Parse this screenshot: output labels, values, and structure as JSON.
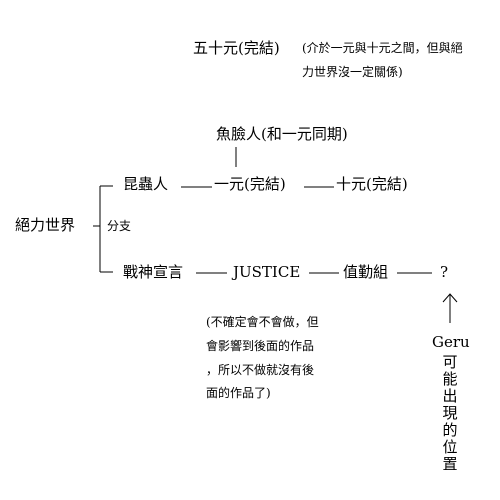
{
  "header": {
    "title": "五十元(完結)",
    "note_line1": "(介於一元與十元之間，但與絕",
    "note_line2": "力世界沒一定關係)"
  },
  "nodes": {
    "fish_face": "魚臉人(和一元同期)",
    "insect": "昆蟲人",
    "one_yuan": "一元(完結)",
    "ten_yuan": "十元(完結)",
    "world": "絕力世界",
    "branch": "分支",
    "war_god": "戰神宣言",
    "justice": "JUSTICE",
    "duty": "值勤組",
    "unknown": "?"
  },
  "notes": {
    "uncertain": [
      "(不確定會不會做，但",
      "會影響到後面的作品",
      "，所以不做就沒有後",
      "面的作品了)"
    ],
    "geru_label": "Geru",
    "geru_vertical": "可能出現的位置"
  },
  "colors": {
    "text": "#000000",
    "background": "#ffffff"
  }
}
